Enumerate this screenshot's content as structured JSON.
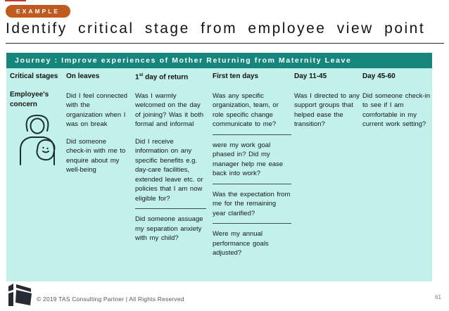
{
  "slide": {
    "badge_label": "EXAMPLE",
    "title": "Identify critical stage from employee view point",
    "footer_text": "© 2019 TAS Consulting Partner  |  All Rights Reserved",
    "page_number": "61"
  },
  "table": {
    "title": "Journey : Improve experiences of Mother Returning from Maternity Leave",
    "row_label": "Employee's concern",
    "row_icon": "mother-with-baby-icon",
    "columns": [
      {
        "header": "Critical stages"
      },
      {
        "header": "On leaves",
        "items": [
          {
            "text": "Did I feel connected with the organization when I was on break"
          },
          {
            "text": "Did someone check-in with me to enquire about my well-being"
          }
        ]
      },
      {
        "header": "1st day of return",
        "header_parts": {
          "num": "1",
          "sup": "st",
          "rest": " day of return"
        },
        "items": [
          {
            "text": "Was I warmly welcomed on the day of joining? Was it both formal and informal"
          },
          {
            "text": "Did I receive information on any specific benefits e.g. day-care facilities, extended leave etc. or policies that I am now eligible for?"
          },
          {
            "text": "Did someone assuage my separation anxiety with my child?"
          }
        ]
      },
      {
        "header": "First ten days",
        "items": [
          {
            "text": "Was any specific organization, team, or role specific change communicate to me?"
          },
          {
            "text": "were my work goal phased in? Did my manager help me ease back into work?"
          },
          {
            "text": "Was the expectation from me for the remaining year clarified?"
          },
          {
            "text": "Were my annual performance goals adjusted?"
          }
        ]
      },
      {
        "header": "Day 11-45",
        "items": [
          {
            "text": "Was I directed to any support groups that helped ease the transition?"
          }
        ]
      },
      {
        "header": "Day 45-60",
        "items": [
          {
            "text": "Did someone check-in  to see if I am comfortable in my current work setting?"
          }
        ]
      }
    ]
  },
  "colors": {
    "accent_orange": "#bf5b21",
    "teal_dark": "#16857c",
    "teal_light": "#c2f0ea",
    "logo_dark": "#262b33"
  }
}
